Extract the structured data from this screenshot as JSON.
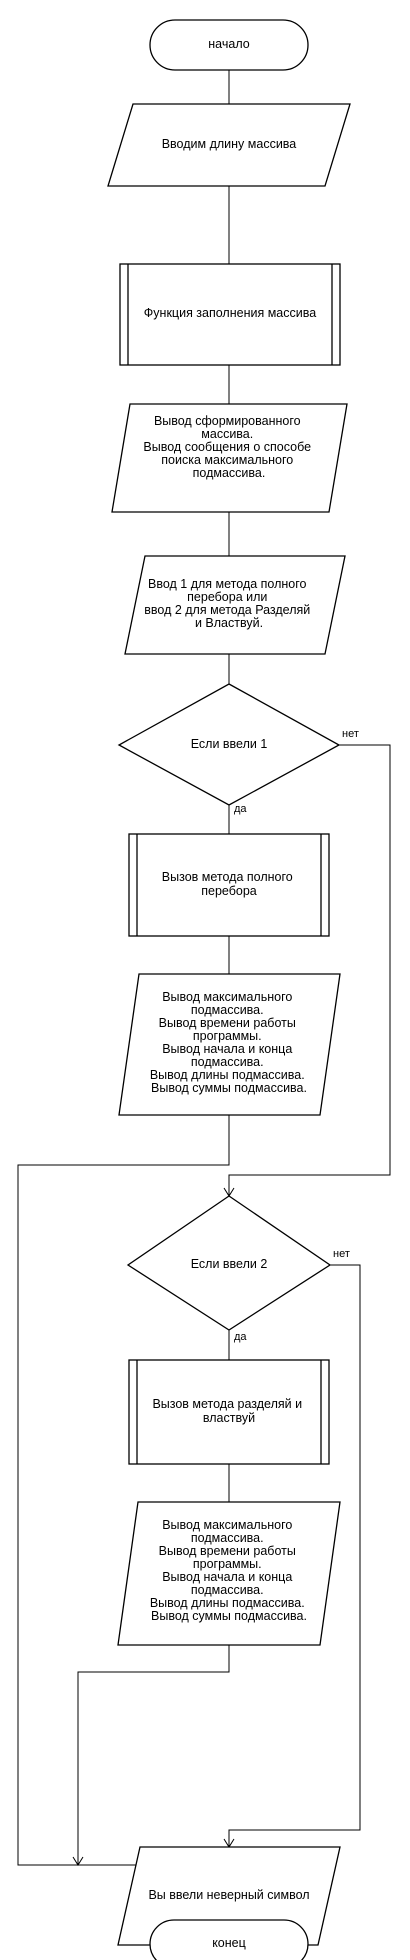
{
  "diagram": {
    "nodes": {
      "start": {
        "lines": [
          "начало"
        ]
      },
      "input_length": {
        "lines": [
          "Вводим длину массива"
        ]
      },
      "fill_array": {
        "lines": [
          "Функция заполнения массива"
        ]
      },
      "output_array": {
        "lines": [
          "Вывод сформированного",
          "массива.",
          "",
          "Вывод сообщения о способе",
          "поиска максимального",
          "подмассива."
        ]
      },
      "input_method": {
        "lines": [
          "Ввод 1 для метода полного",
          "перебора или",
          "ввод 2 для метода Разделяй",
          "и Властвуй."
        ]
      },
      "decision_1": {
        "lines": [
          "Если ввели 1"
        ]
      },
      "brute_force": {
        "lines": [
          "Вызов метода полного",
          "перебора"
        ]
      },
      "output_results_1": {
        "lines": [
          "Вывод максимального",
          "подмассива.",
          "Вывод времени работы",
          "программы.",
          "Вывод начала и конца",
          "подмассива.",
          "Вывод длины подмассива.",
          "Вывод суммы подмассива."
        ]
      },
      "decision_2": {
        "lines": [
          "Если ввели 2"
        ]
      },
      "divide_conquer": {
        "lines": [
          "Вызов метода разделяй и",
          "властвуй"
        ]
      },
      "output_results_2": {
        "lines": [
          "Вывод максимального",
          "подмассива.",
          "Вывод времени работы",
          "программы.",
          "Вывод начала и конца",
          "подмассива.",
          "Вывод длины подмассива.",
          "Вывод суммы подмассива."
        ]
      },
      "invalid_symbol": {
        "lines": [
          "Вы ввели неверный символ"
        ]
      },
      "end": {
        "lines": [
          "конец"
        ]
      }
    },
    "edge_labels": {
      "decision_1_no": "нет",
      "decision_1_yes": "да",
      "decision_2_no": "нет",
      "decision_2_yes": "да"
    }
  }
}
